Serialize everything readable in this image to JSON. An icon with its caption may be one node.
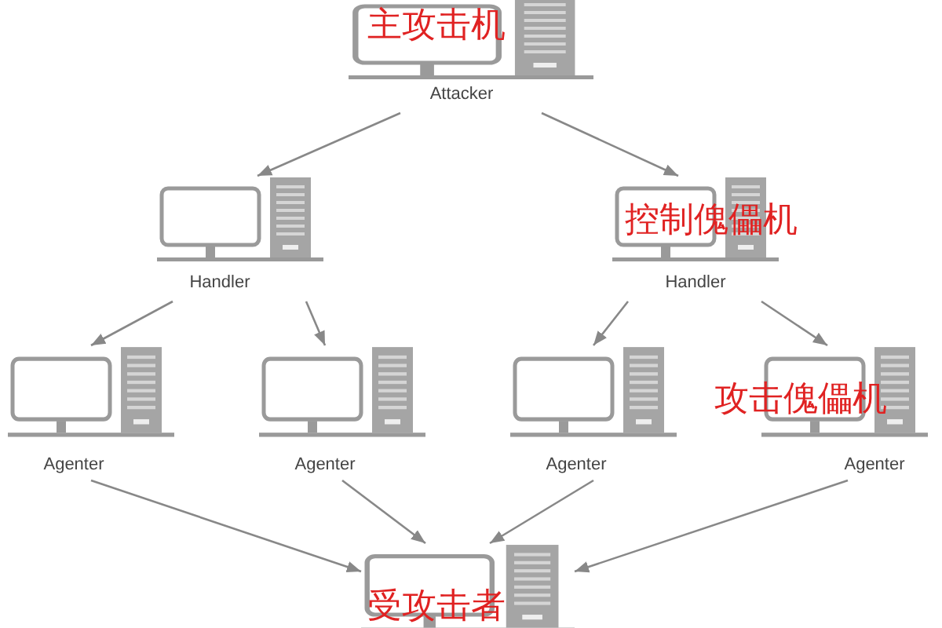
{
  "diagram": {
    "nodes": [
      {
        "text": [
          "主攻击机",
          "Attacker"
        ]
      },
      {
        "text": [
          "Handler"
        ]
      },
      {
        "text": [
          "控制傀儡机",
          "Handler"
        ]
      },
      {
        "text": [
          "Agenter"
        ]
      },
      {
        "text": [
          "Agenter"
        ]
      },
      {
        "text": [
          "Agenter"
        ]
      },
      {
        "text": [
          "攻击傀儡机",
          "Agenter"
        ]
      },
      {
        "text": [
          "受攻击者"
        ]
      }
    ],
    "edges": [
      {
        "from": 0,
        "to": 1,
        "arrow": "to"
      },
      {
        "from": 0,
        "to": 2,
        "arrow": "to"
      },
      {
        "from": 1,
        "to": 3,
        "arrow": "to"
      },
      {
        "from": 1,
        "to": 4,
        "arrow": "to"
      },
      {
        "from": 2,
        "to": 5,
        "arrow": "to"
      },
      {
        "from": 2,
        "to": 6,
        "arrow": "to"
      },
      {
        "from": 3,
        "to": 7,
        "arrow": "to"
      },
      {
        "from": 4,
        "to": 7,
        "arrow": "to"
      },
      {
        "from": 5,
        "to": 7,
        "arrow": "to"
      },
      {
        "from": 6,
        "to": 7,
        "arrow": "to"
      }
    ]
  }
}
